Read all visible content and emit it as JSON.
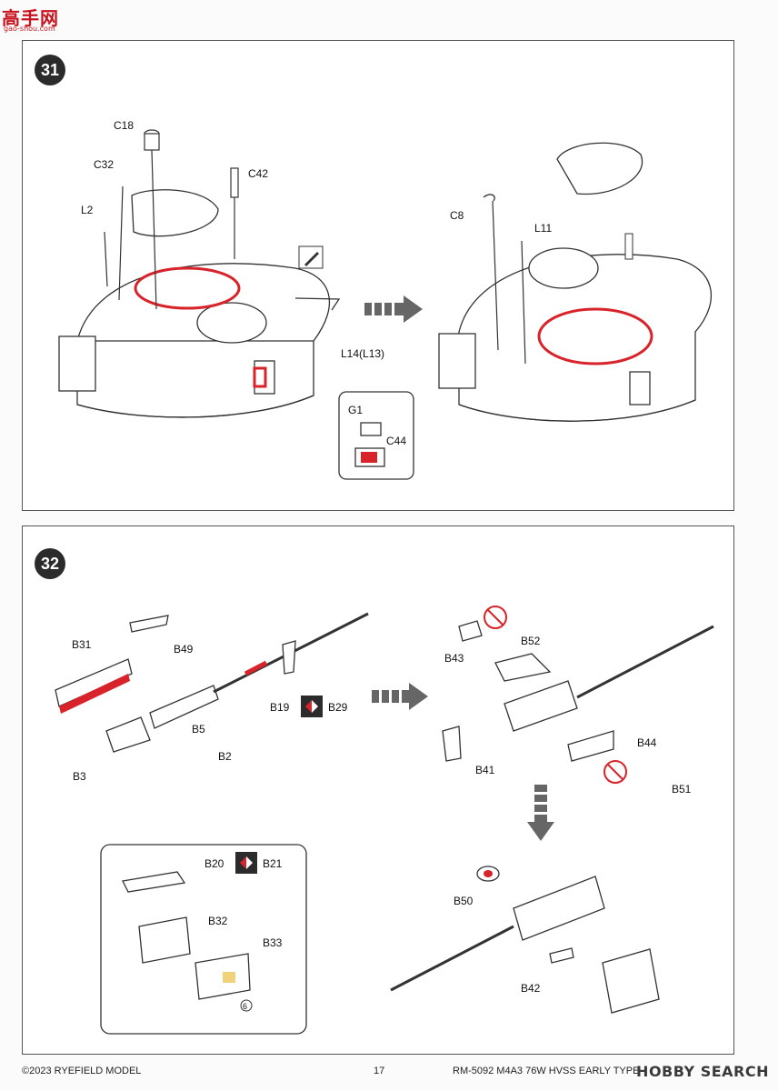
{
  "watermark": {
    "site_name": "高手网",
    "site_url": "gao-shou.com"
  },
  "step31": {
    "number": "31",
    "labels": {
      "c18": "C18",
      "c32": "C32",
      "c42": "C42",
      "l2": "L2",
      "c8": "C8",
      "l11": "L11",
      "l14": "L14(L13)",
      "g1": "G1",
      "c44": "C44"
    }
  },
  "step32": {
    "number": "32",
    "labels": {
      "b31": "B31",
      "b49": "B49",
      "b19": "B19",
      "b29": "B29",
      "b5": "B5",
      "b2": "B2",
      "b3": "B3",
      "b43": "B43",
      "b52": "B52",
      "b44": "B44",
      "b41": "B41",
      "b51": "B51",
      "b20": "B20",
      "b21": "B21",
      "b32": "B32",
      "b33": "B33",
      "b50": "B50",
      "b42": "B42",
      "decal": "6"
    }
  },
  "footer": {
    "copyright": "©2023 RYEFIELD MODEL",
    "page": "17",
    "product": "RM-5092 M4A3 76W HVSS EARLY TYPE",
    "watermark_logo": "HOBBY SEARCH"
  },
  "colors": {
    "accent_red": "#d8232a",
    "badge": "#2b2b2b",
    "line": "#333333"
  }
}
